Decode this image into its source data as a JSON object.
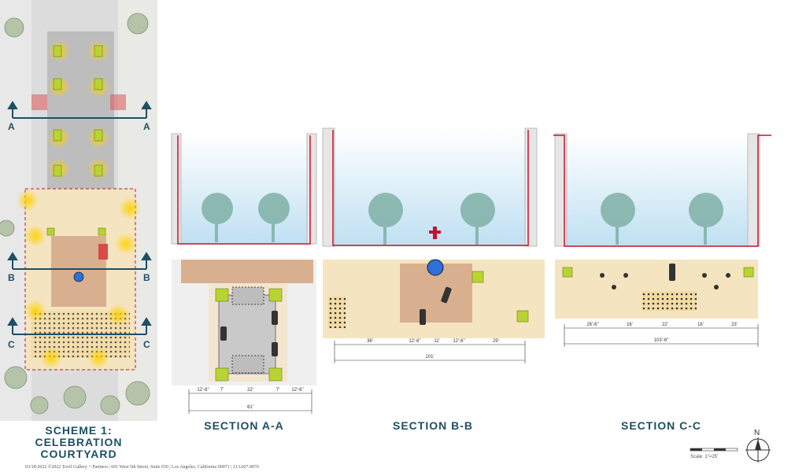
{
  "scheme": {
    "title_lines": [
      "SCHEME 1:",
      "CELEBRATION",
      "COURTYARD"
    ],
    "markers": {
      "a": "A",
      "b": "B",
      "c": "C"
    }
  },
  "sections": {
    "a": {
      "title": "SECTION A-A",
      "dims": [
        "12'-6\"",
        "7'",
        "22'",
        "7'",
        "12'-6\""
      ],
      "total": "61'"
    },
    "b": {
      "title": "SECTION B-B",
      "dims": [
        "36'",
        "12'-6\"",
        "11'",
        "12'-6\"",
        "29'"
      ],
      "total": "101'"
    },
    "c": {
      "title": "SECTION C-C",
      "dims": [
        "26'-6\"",
        "16'",
        "22'",
        "16'",
        "23'"
      ],
      "total": "103'-6\""
    }
  },
  "north_label": "N",
  "scale_label": "Scale: 1\"=25'",
  "footer": "03/18/2022 ©2022 Tovil Gallery + Partners | 601 West 5th Street, Suite 650 | Los Angeles, California 90071 | 213.607.0070",
  "colors": {
    "accent": "#1e4f66",
    "wall": "#c8102e",
    "sand": "#f5e4c0",
    "brick": "#c9957a",
    "lime": "#b8d432",
    "sky": "#cfe6f3"
  }
}
